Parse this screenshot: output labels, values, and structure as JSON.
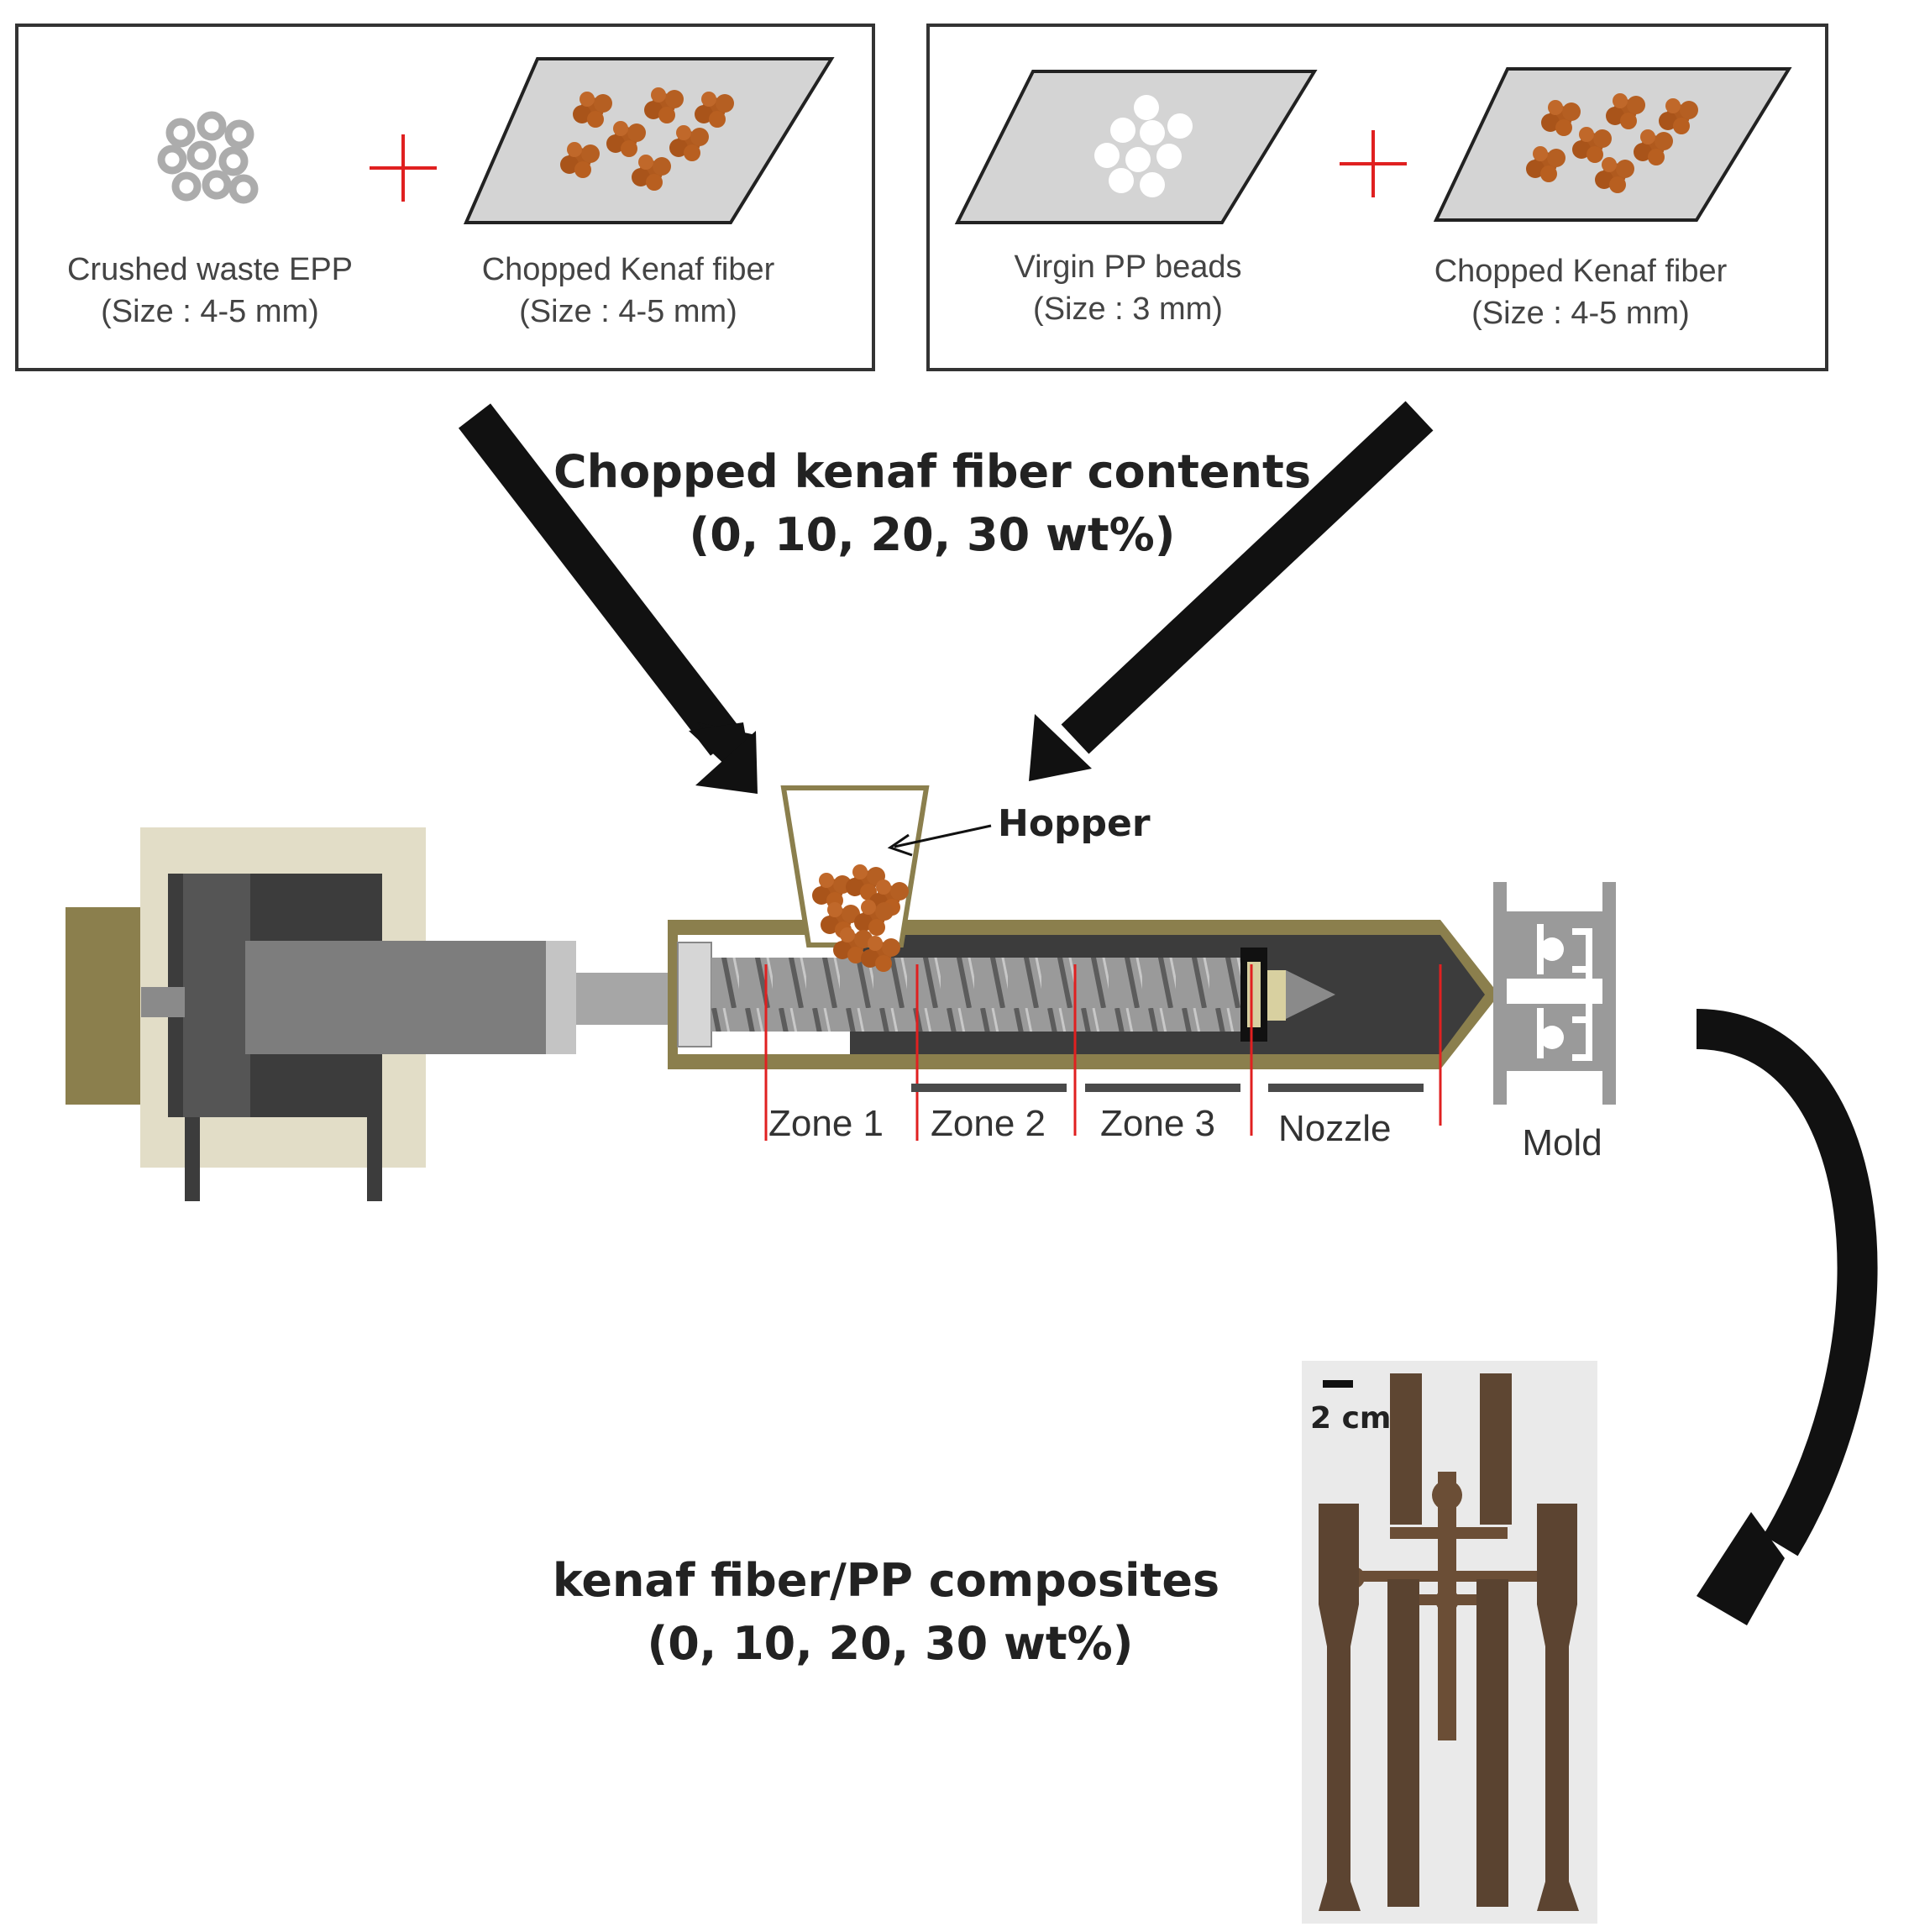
{
  "inputs": {
    "left_panel": {
      "material_a": {
        "name": "Crushed waste EPP",
        "size": "(Size : 4-5 mm)"
      },
      "material_b": {
        "name": "Chopped Kenaf fiber",
        "size": "(Size : 4-5 mm)"
      }
    },
    "right_panel": {
      "material_a": {
        "name": "Virgin PP beads",
        "size": "(Size : 3 mm)"
      },
      "material_b": {
        "name": "Chopped Kenaf fiber",
        "size": "(Size : 4-5 mm)"
      }
    }
  },
  "fiber_contents": {
    "line1": "Chopped kenaf fiber contents",
    "line2": "(0, 10, 20, 30 wt%)"
  },
  "machine": {
    "hopper_label": "Hopper",
    "zones": [
      "Zone 1",
      "Zone 2",
      "Zone 3",
      "Nozzle"
    ],
    "mold_label": "Mold"
  },
  "product": {
    "line1": "kenaf fiber/PP composites",
    "line2": "(0, 10, 20, 30 wt%)",
    "scale_bar": "2 cm"
  },
  "colors": {
    "accent_red": "#e02020",
    "fiber_brown": "#b05a1e",
    "barrel_olive": "#8b7f4d",
    "panel_gray": "#d4d4d4"
  }
}
